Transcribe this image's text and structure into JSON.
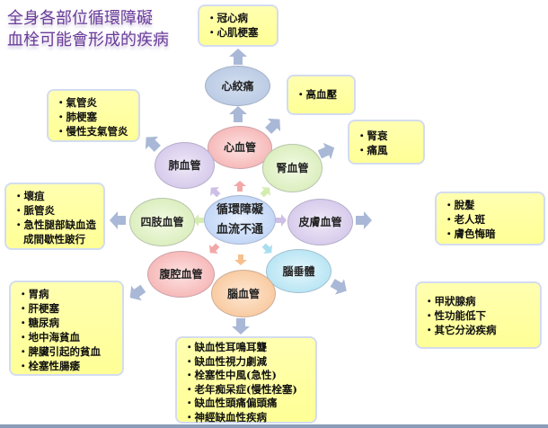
{
  "title": {
    "line1": "全身各部位循環障礙",
    "line2": "血栓可能會形成的疾病"
  },
  "center": {
    "line1": "循環障礙",
    "line2": "血流不通"
  },
  "nodes": {
    "angina": "心絞痛",
    "heart": "心血管",
    "lung": "肺血管",
    "kidney": "腎血管",
    "limbs": "四肢血管",
    "skin": "皮膚血管",
    "abdomen": "腹腔血管",
    "pituitary": "腦垂體",
    "brain": "腦血管"
  },
  "boxes": {
    "angina": [
      "‧冠心病",
      "‧心肌梗塞"
    ],
    "heart": [
      "‧高血壓"
    ],
    "kidney": [
      "‧腎衰",
      "‧痛風"
    ],
    "lung": [
      "‧氣管炎",
      "‧肺梗塞",
      "‧慢性支氣管炎"
    ],
    "limbs": [
      "‧壞疽",
      "‧脈管炎",
      "‧急性腿部缺血造",
      "成間歇性跛行"
    ],
    "skin": [
      "‧脫髮",
      "‧老人斑",
      "‧膚色悔暗"
    ],
    "abdomen": [
      "‧胃病",
      "‧肝梗塞",
      "‧糖尿病",
      "‧地中海貧血",
      "‧脾臟引起的貧血",
      "‧栓塞性腸痿"
    ],
    "pituitary": [
      "‧甲狀腺病",
      "‧性功能低下",
      "‧其它分泌疾病"
    ],
    "brain": [
      "‧缺血性耳鳴耳聾",
      "‧缺血性視力劇減",
      "‧栓塞性中風(急性)",
      "‧老年痴呆症(慢性栓塞)",
      "‧缺血性頭痛偏頭痛",
      "‧神經缺血性疾病"
    ]
  },
  "colors": {
    "box": "#ffff99",
    "arrow": "#a9b8d6",
    "title": "#6a3d9a"
  }
}
